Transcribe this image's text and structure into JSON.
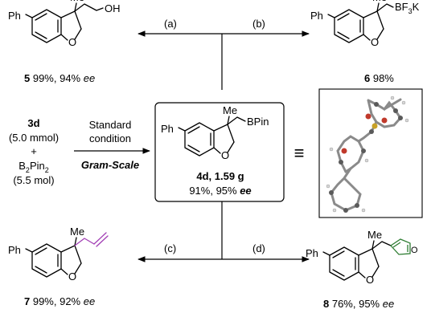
{
  "colors": {
    "heteroatom_blue": "#3a63c4",
    "boron_purple": "#8b1f9c",
    "reagent_red": "#d6261f",
    "alkene_purple": "#a23fb5",
    "furan_green": "#2e7d32"
  },
  "atoms": {
    "ph": "Ph",
    "me": "Me",
    "o": "O",
    "oh": "OH",
    "bf3k": {
      "pre": "BF",
      "sub": "3",
      "post": "K"
    },
    "bpin": "BPin"
  },
  "reactions": {
    "a": "(a)",
    "b": "(b)",
    "c": "(c)",
    "d": "(d)"
  },
  "products": {
    "p5": {
      "num": "5",
      "yield": " 99%, 94% ",
      "ee": "ee"
    },
    "p6": {
      "num": "6",
      "yield": " 98%"
    },
    "p7": {
      "num": "7",
      "yield": " 99%, 92% ",
      "ee": "ee"
    },
    "p8": {
      "num": "8",
      "yield": " 76%, 95% ",
      "ee": "ee"
    }
  },
  "start": {
    "compound": "3d",
    "amount": "(5.0 mmol)",
    "plus": "+",
    "b2pin2": {
      "b1": "B",
      "s1": "2",
      "mid": "Pin",
      "s2": "2"
    },
    "b2pin2_amount": "(5.5 mol)"
  },
  "conditions": {
    "line1": "Standard",
    "line2": "condition",
    "scale": "Gram-Scale"
  },
  "center": {
    "label": "4d, 1.59 g",
    "yield": "91%, 95% ",
    "ee": "ee"
  },
  "equivalence": "≡"
}
